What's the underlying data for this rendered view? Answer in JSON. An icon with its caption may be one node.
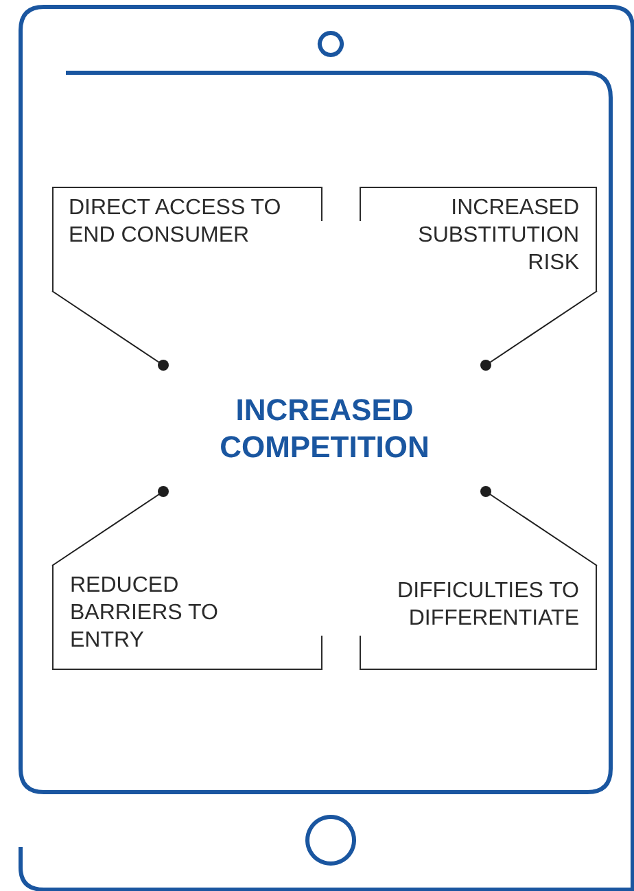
{
  "diagram": {
    "nodes": [
      {
        "text": [
          "DIRECT ACCESS TO END CONSUMER"
        ]
      },
      {
        "text": [
          "INCREASED SUBSTITUTION RISK"
        ]
      },
      {
        "text": [
          "REDUCED BARRIERS TO ENTRY"
        ]
      },
      {
        "text": [
          "DIFFICULTIES TO DIFFERENTIATE"
        ]
      },
      {
        "text": [
          "INCREASED COMPETITION"
        ]
      }
    ],
    "edges": [
      {
        "from": 0,
        "to": 4,
        "arrow": "other"
      },
      {
        "from": 1,
        "to": 4,
        "arrow": "other"
      },
      {
        "from": 2,
        "to": 4,
        "arrow": "other"
      },
      {
        "from": 3,
        "to": 4,
        "arrow": "other"
      }
    ]
  }
}
